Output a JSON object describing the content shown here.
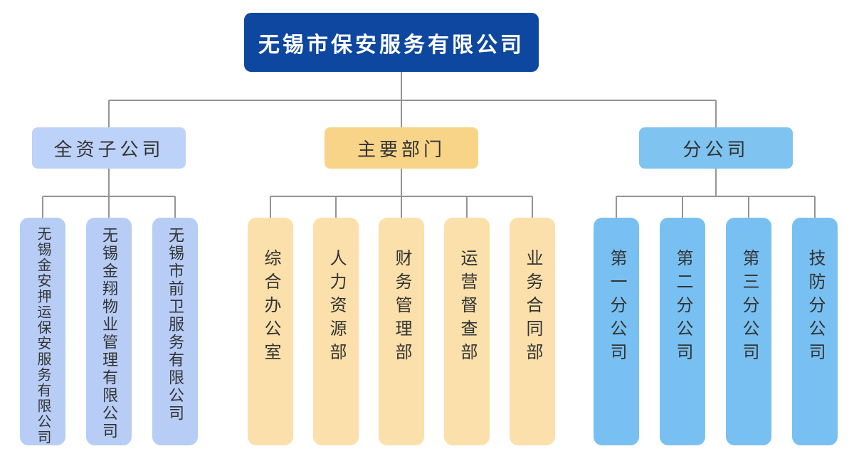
{
  "title": "无锡市保安服务有限公司",
  "colors": {
    "root_bg": "#0e479f",
    "root_text": "#ffffff",
    "node_text": "#333333",
    "line": "#949494",
    "group1_header_bg": "#bdd2f8",
    "group1_leaf_bg": "#b7cdf6",
    "group2_header_bg": "#f7d488",
    "group2_leaf_bg": "#fbe0ab",
    "group3_header_bg": "#7fc3f0",
    "group3_leaf_bg": "#79c0f2"
  },
  "groups": [
    {
      "label": "全资子公司",
      "children": [
        "无锡金安押运保安服务有限公司",
        "无锡金翔物业管理有限公司",
        "无锡市前卫服务有限公司"
      ]
    },
    {
      "label": "主要部门",
      "children": [
        "综合办公室",
        "人力资源部",
        "财务管理部",
        "运营督查部",
        "业务合同部"
      ]
    },
    {
      "label": "分公司",
      "children": [
        "第一分公司",
        "第二分公司",
        "第三分公司",
        "技防分公司"
      ]
    }
  ]
}
